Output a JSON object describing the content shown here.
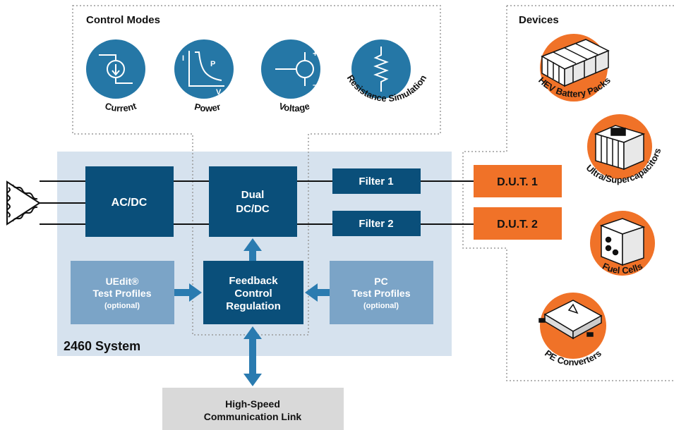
{
  "control_modes": {
    "title": "Control Modes",
    "modes": [
      {
        "label": "Current",
        "icon": "current-source-icon"
      },
      {
        "label": "Power",
        "icon": "power-curve-icon",
        "axis_i": "I",
        "axis_p": "P",
        "axis_v": "V"
      },
      {
        "label": "Voltage",
        "icon": "voltage-source-icon",
        "plus": "+",
        "minus": "–"
      },
      {
        "label": "Resistance Simulation",
        "icon": "resistor-icon"
      }
    ]
  },
  "devices": {
    "title": "Devices",
    "items": [
      {
        "label": "HEV Battery Packs",
        "icon": "battery-pack-icon"
      },
      {
        "label": "Ultra/Supercapacitors",
        "icon": "supercapacitor-icon"
      },
      {
        "label": "Fuel Cells",
        "icon": "fuel-cell-icon"
      },
      {
        "label": "PE Converters",
        "icon": "pe-converter-icon"
      }
    ]
  },
  "system": {
    "label": "2460 System",
    "blocks": {
      "acdc": "AC/DC",
      "dcdc_line1": "Dual",
      "dcdc_line2": "DC/DC",
      "filter1": "Filter 1",
      "filter2": "Filter 2",
      "feedback_line1": "Feedback",
      "feedback_line2": "Control",
      "feedback_line3": "Regulation",
      "uedit_line1": "UEdit®",
      "uedit_line2": "Test Profiles",
      "uedit_line3": "(optional)",
      "pc_line1": "PC",
      "pc_line2": "Test Profiles",
      "pc_line3": "(optional)"
    }
  },
  "dut": {
    "dut1": "D.U.T. 1",
    "dut2": "D.U.T. 2"
  },
  "link": {
    "line1": "High-Speed",
    "line2": "Communication Link"
  },
  "colors": {
    "dark_blue": "#0a4f7a",
    "mid_blue": "#2577a6",
    "light_blue": "#7ba4c7",
    "system_bg": "#d6e2ee",
    "orange": "#f07228",
    "gray": "#d9d9d9"
  }
}
